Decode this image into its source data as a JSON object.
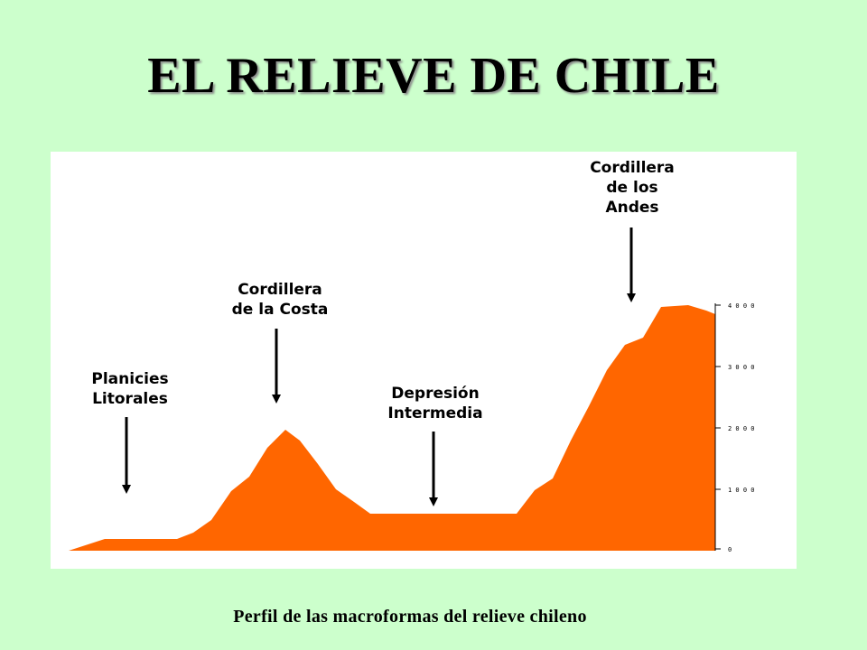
{
  "title": "EL RELIEVE DE CHILE",
  "caption": "Perfil de las macroformas del relieve chileno",
  "colors": {
    "background": "#ccffcc",
    "relief": "#ff6600",
    "panel": "#ffffff"
  },
  "landforms": [
    {
      "id": "planicies",
      "lines": [
        "Planicies",
        "Litorales"
      ]
    },
    {
      "id": "costa",
      "lines": [
        "Cordillera",
        "de la Costa"
      ]
    },
    {
      "id": "depresion",
      "lines": [
        "Depresión",
        "Intermedia"
      ]
    },
    {
      "id": "andes",
      "lines": [
        "Cordillera",
        "de los",
        "Andes"
      ]
    }
  ],
  "scale_ticks": [
    "4 0 0 0",
    "3 0 0 0",
    "2 0 0 0",
    "1 0 0 0",
    "0"
  ]
}
